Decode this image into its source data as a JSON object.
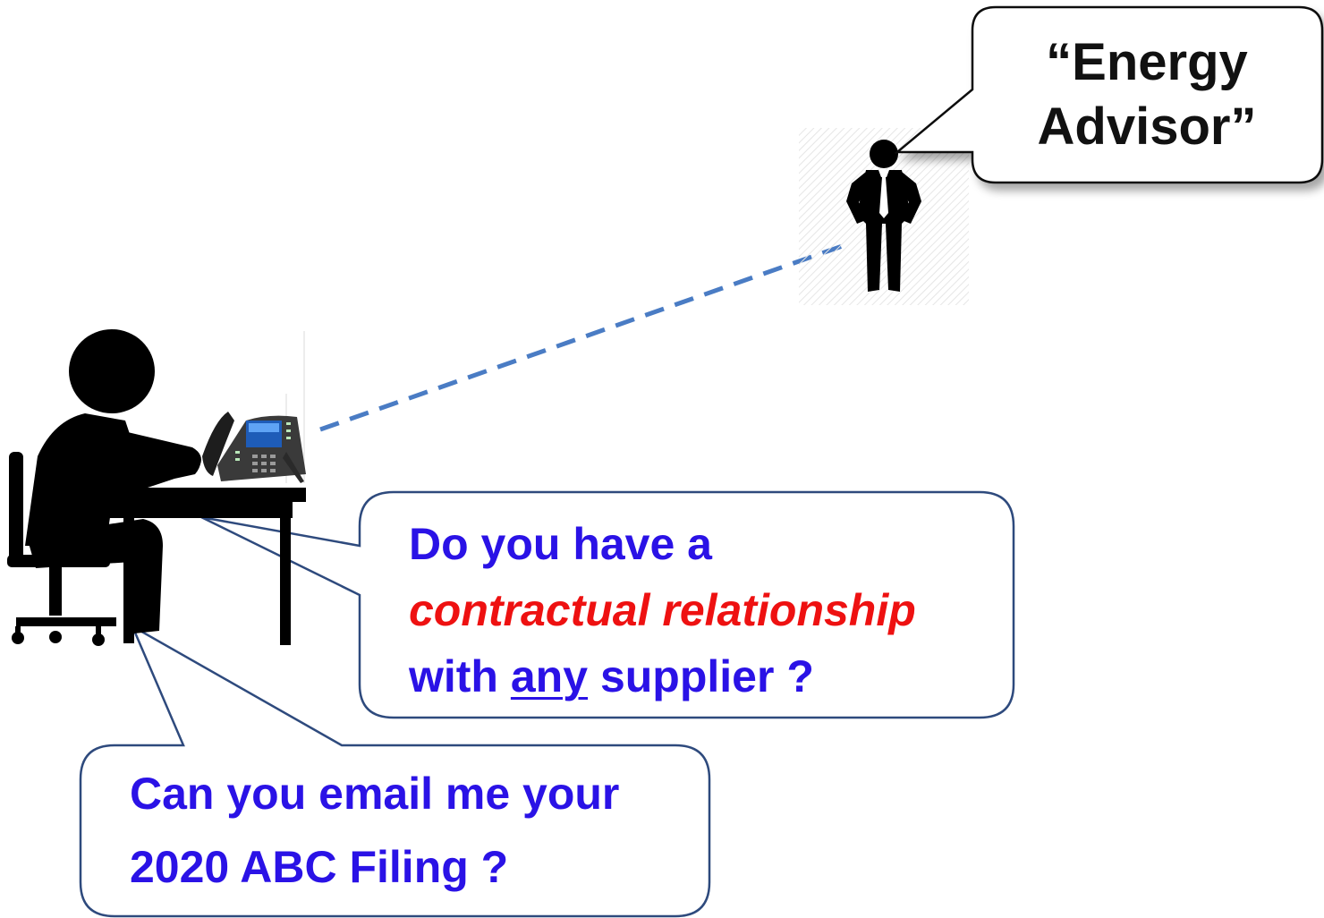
{
  "advisor_bubble": {
    "line1": "“Energy",
    "line2": "Advisor”"
  },
  "question_bubble": {
    "line1": "Do you have a",
    "line2": "contractual relationship",
    "line3_before": "with ",
    "line3_underlined": "any",
    "line3_after": " supplier ?"
  },
  "request_bubble": {
    "line1": "Can you email me your",
    "line2": "2020 ABC Filing ?"
  },
  "colors": {
    "question_text": "#2a12e6",
    "emphasis_text": "#ee1111",
    "bubble_border": "#2e4a7d",
    "dashed_line": "#4a7cc4",
    "silhouette": "#000000"
  },
  "icons": [
    "office-worker-icon",
    "desk-phone-icon",
    "businessman-icon"
  ]
}
